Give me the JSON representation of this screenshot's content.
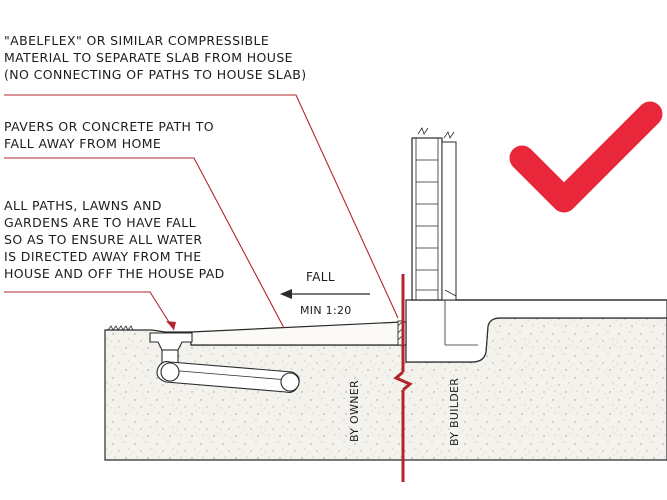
{
  "notes": {
    "compressible": {
      "lines": [
        "\"ABELFLEX\" OR SIMILAR COMPRESSIBLE",
        "MATERIAL TO SEPARATE SLAB FROM HOUSE",
        "(NO CONNECTING OF PATHS TO HOUSE SLAB)"
      ]
    },
    "pavers": {
      "lines": [
        "PAVERS OR CONCRETE PATH TO",
        "FALL AWAY FROM HOME"
      ]
    },
    "fall_note": {
      "lines": [
        "ALL PATHS, LAWNS AND",
        "GARDENS ARE TO HAVE FALL",
        "SO AS TO ENSURE ALL WATER",
        "IS DIRECTED AWAY FROM THE",
        "HOUSE AND OFF THE HOUSE PAD"
      ]
    }
  },
  "labels": {
    "fall": "FALL",
    "min_ratio": "MIN 1:20",
    "by_owner": "BY OWNER",
    "by_builder": "BY BUILDER"
  },
  "colors": {
    "accent": "#e8273a",
    "leader": "#b3252e",
    "ink": "#2a2a2a",
    "soil": "#f3f1ec"
  },
  "icons": {
    "approval": "checkmark-icon"
  }
}
